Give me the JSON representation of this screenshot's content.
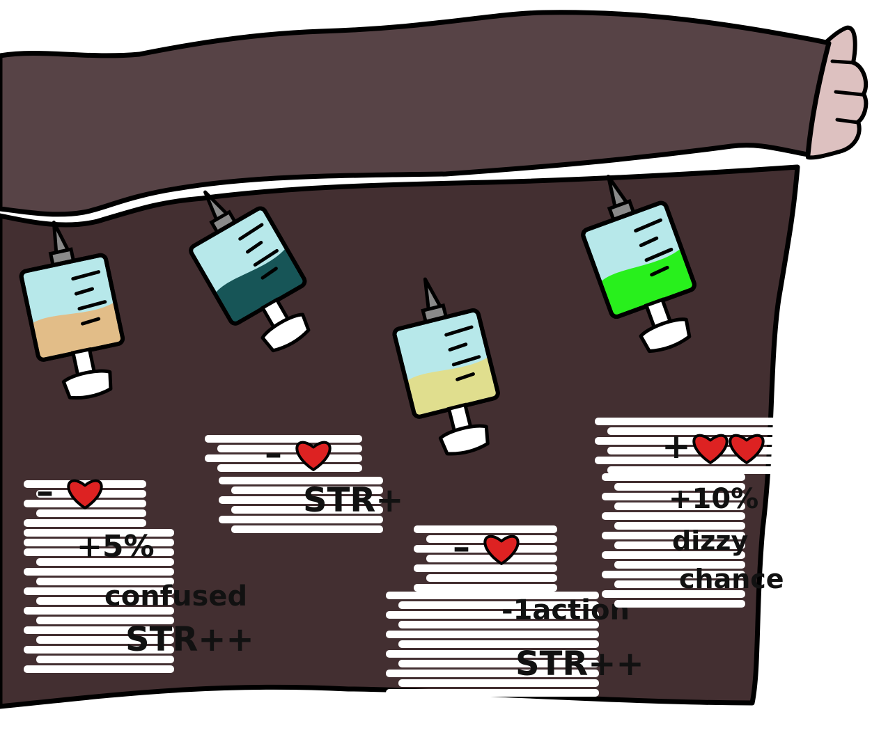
{
  "scene": {
    "colors": {
      "cloth_top": "#574346",
      "cloth_main": "#432f31",
      "outline": "#000000",
      "hand": "#ddc1c0",
      "glass": "#b7e8ea",
      "metal": "#8a8a8a",
      "label_bg": "#ffffff",
      "heart": "#dd2222"
    }
  },
  "syringes": [
    {
      "liquid_color": "#e2bd88",
      "liquid_name": "tan",
      "hearts": {
        "sign": "–",
        "count": 1
      },
      "effects": [
        "+5%",
        "confused",
        "STR++"
      ]
    },
    {
      "liquid_color": "#175557",
      "liquid_name": "dark-teal",
      "hearts": {
        "sign": "–",
        "count": 1
      },
      "effects": [
        "STR+"
      ]
    },
    {
      "liquid_color": "#e0de8e",
      "liquid_name": "pale-yellow",
      "hearts": {
        "sign": "–",
        "count": 1
      },
      "effects": [
        "-1action",
        "STR++"
      ]
    },
    {
      "liquid_color": "#28f01c",
      "liquid_name": "bright-green",
      "hearts": {
        "sign": "+",
        "count": 2
      },
      "effects": [
        "+10%",
        "dizzy",
        "chance"
      ]
    }
  ]
}
